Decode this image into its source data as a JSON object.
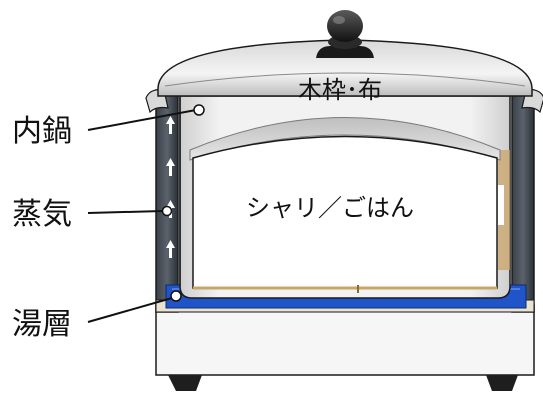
{
  "labels": {
    "inner_pot": "内鍋",
    "steam": "蒸気",
    "hot_water_layer": "湯層",
    "wooden_frame_cloth": "木枠･布",
    "rice": "シャリ／ごはん"
  },
  "colors": {
    "water_layer": "#1f55c8",
    "outline": "#1a1a1a",
    "steam_arrow": "#ffffff",
    "wood": "#c9a46a"
  }
}
